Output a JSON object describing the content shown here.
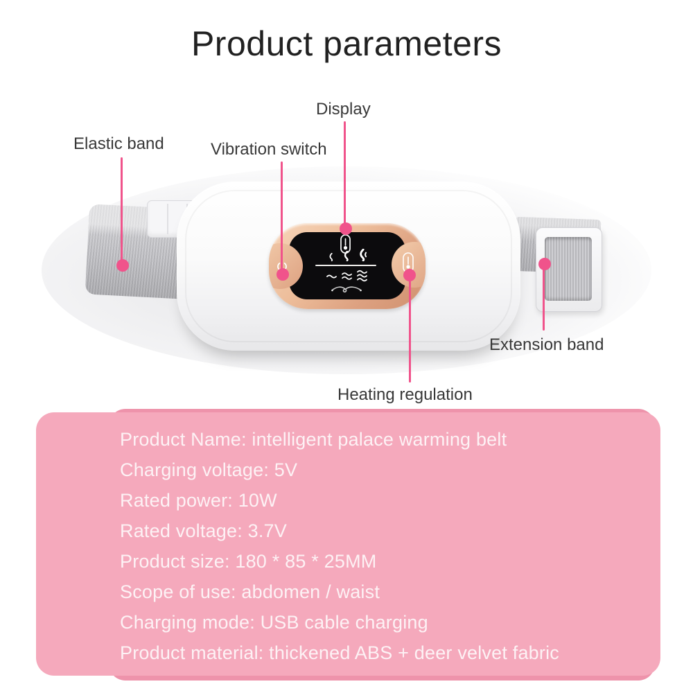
{
  "title": "Product parameters",
  "callouts": [
    {
      "label": "Elastic band"
    },
    {
      "label": "Vibration switch"
    },
    {
      "label": "Display"
    },
    {
      "label": "Heating regulation"
    },
    {
      "label": "Extension band"
    }
  ],
  "specs": [
    "Product Name: intelligent palace warming belt",
    "Charging voltage: 5V",
    "Rated power: 10W",
    "Rated voltage: 3.7V",
    "Product size: 180 * 85 * 25MM",
    "Scope of use: abdomen / waist",
    "Charging mode: USB cable charging",
    "Product material: thickened ABS + deer velvet fabric"
  ],
  "icons": {
    "panel_buttons": [
      "power-icon",
      "thermometer-icon"
    ],
    "display": [
      "thermometer-icon",
      "flame-low-icon",
      "flame-mid-icon",
      "flame-high-icon",
      "vibration-low-icon",
      "vibration-mid-icon",
      "vibration-high-icon",
      "swirl-ornament-icon"
    ]
  },
  "colors": {
    "accent_pink": "#f0538b",
    "spec_panel": "#f5a9bc",
    "spec_panel_back": "#ee93ab",
    "spec_text": "#fdf2f5",
    "label_text": "#383838",
    "title_text": "#212121",
    "rose_gold": "#e2a987",
    "screen_black": "#0c0b0d",
    "strap_gray": "#bebec2"
  }
}
